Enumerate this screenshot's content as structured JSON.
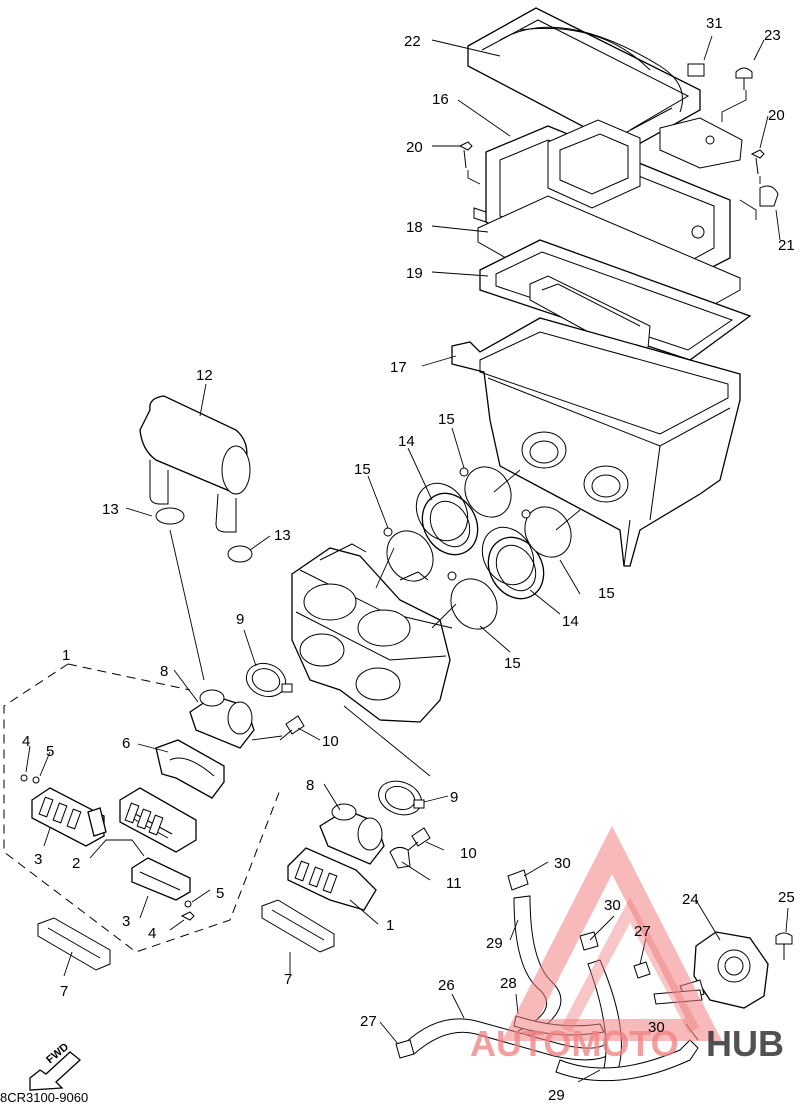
{
  "diagram": {
    "code": "8CR3100-9060",
    "direction_label": "FWD",
    "watermark": {
      "part1": "AUTOMOTO",
      "part2": "HUB",
      "color_main": "#f08080",
      "color_dark": "#333333"
    },
    "callouts": [
      {
        "id": "c22",
        "label": "22"
      },
      {
        "id": "c31",
        "label": "31"
      },
      {
        "id": "c23",
        "label": "23"
      },
      {
        "id": "c16",
        "label": "16"
      },
      {
        "id": "c20a",
        "label": "20"
      },
      {
        "id": "c20b",
        "label": "20"
      },
      {
        "id": "c21",
        "label": "21"
      },
      {
        "id": "c18",
        "label": "18"
      },
      {
        "id": "c19",
        "label": "19"
      },
      {
        "id": "c17",
        "label": "17"
      },
      {
        "id": "c12",
        "label": "12"
      },
      {
        "id": "c15a",
        "label": "15"
      },
      {
        "id": "c14a",
        "label": "14"
      },
      {
        "id": "c15b",
        "label": "15"
      },
      {
        "id": "c13a",
        "label": "13"
      },
      {
        "id": "c13b",
        "label": "13"
      },
      {
        "id": "c15c",
        "label": "15"
      },
      {
        "id": "c14b",
        "label": "14"
      },
      {
        "id": "c15d",
        "label": "15"
      },
      {
        "id": "c9a",
        "label": "9"
      },
      {
        "id": "c1a",
        "label": "1"
      },
      {
        "id": "c8a",
        "label": "8"
      },
      {
        "id": "c10a",
        "label": "10"
      },
      {
        "id": "c4a",
        "label": "4"
      },
      {
        "id": "c5a",
        "label": "5"
      },
      {
        "id": "c6",
        "label": "6"
      },
      {
        "id": "c9b",
        "label": "9"
      },
      {
        "id": "c8b",
        "label": "8"
      },
      {
        "id": "c3a",
        "label": "3"
      },
      {
        "id": "c2",
        "label": "2"
      },
      {
        "id": "c10b",
        "label": "10"
      },
      {
        "id": "c11",
        "label": "11"
      },
      {
        "id": "c5b",
        "label": "5"
      },
      {
        "id": "c3b",
        "label": "3"
      },
      {
        "id": "c4b",
        "label": "4"
      },
      {
        "id": "c1b",
        "label": "1"
      },
      {
        "id": "c30a",
        "label": "30"
      },
      {
        "id": "c24",
        "label": "24"
      },
      {
        "id": "c25",
        "label": "25"
      },
      {
        "id": "c30b",
        "label": "30"
      },
      {
        "id": "c29a",
        "label": "29"
      },
      {
        "id": "c27a",
        "label": "27"
      },
      {
        "id": "c7a",
        "label": "7"
      },
      {
        "id": "c7b",
        "label": "7"
      },
      {
        "id": "c26",
        "label": "26"
      },
      {
        "id": "c28",
        "label": "28"
      },
      {
        "id": "c27b",
        "label": "27"
      },
      {
        "id": "c30c",
        "label": "30"
      },
      {
        "id": "c29b",
        "label": "29"
      }
    ]
  }
}
